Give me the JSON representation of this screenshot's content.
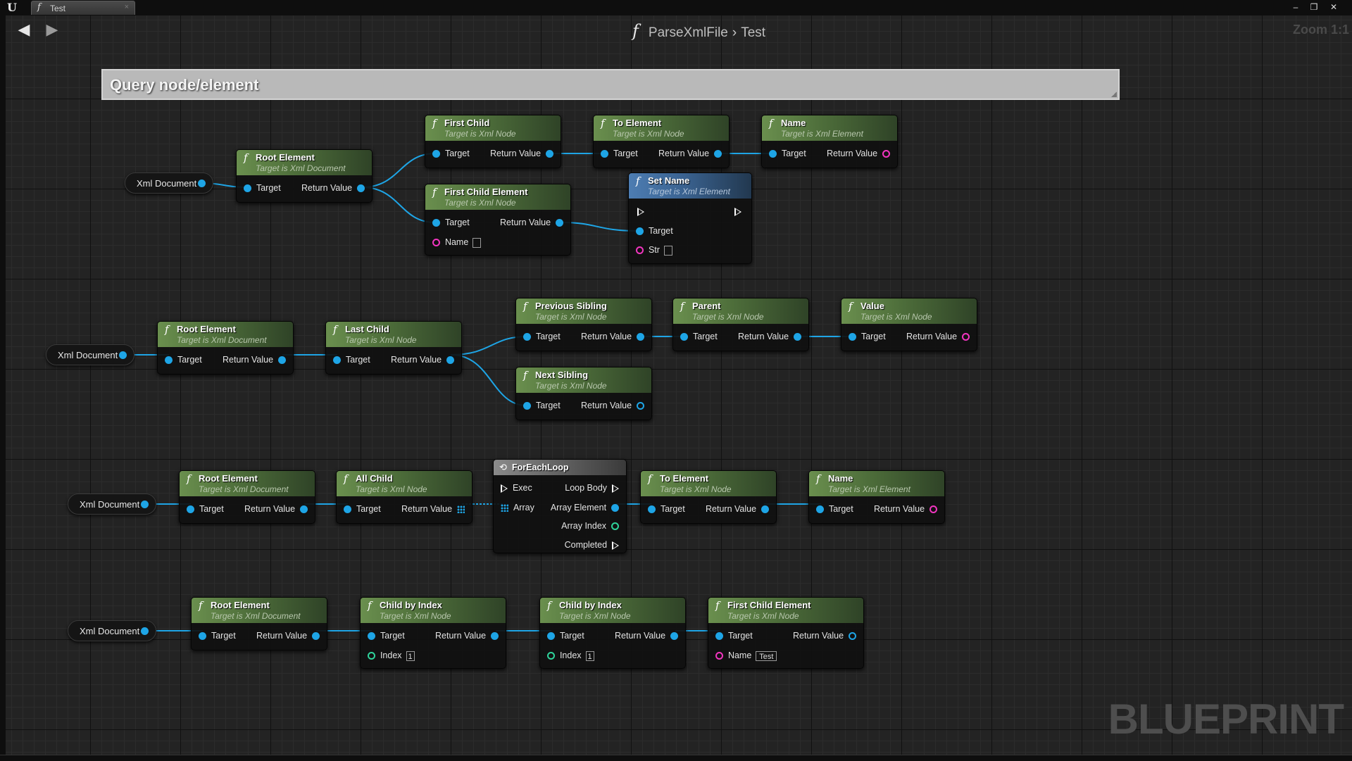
{
  "window": {
    "tab_label": "Test",
    "tab_close": "×",
    "logo": "U",
    "minimize": "–",
    "maximize": "❐",
    "close": "✕"
  },
  "breadcrumb": {
    "function_icon": "f",
    "function_name": "ParseXmlFile",
    "separator": "›",
    "graph_name": "Test",
    "zoom": "Zoom 1:1",
    "back": "◀",
    "forward": "▶"
  },
  "comment": {
    "text": "Query node/element"
  },
  "watermark": "BLUEPRINT",
  "colors": {
    "object_pin": "#1ea5e6",
    "string_pin": "#f235c0",
    "integer_pin": "#2fd49b",
    "pure_header": "#6a8f4e",
    "impure_header": "#4d7db2"
  },
  "labels": {
    "xml_document": "Xml Document",
    "target": "Target",
    "return_value": "Return Value",
    "name": "Name",
    "str": "Str",
    "index": "Index",
    "exec": "Exec",
    "array": "Array",
    "loop_body": "Loop Body",
    "array_element": "Array Element",
    "array_index": "Array Index",
    "completed": "Completed"
  },
  "graph1": {
    "root": {
      "title": "Root Element",
      "subtitle": "Target is Xml Document"
    },
    "first_child": {
      "title": "First Child",
      "subtitle": "Target is Xml Node"
    },
    "to_element": {
      "title": "To Element",
      "subtitle": "Target is Xml Node"
    },
    "name": {
      "title": "Name",
      "subtitle": "Target is Xml Element"
    },
    "first_child_element": {
      "title": "First Child Element",
      "subtitle": "Target is Xml Node"
    },
    "set_name": {
      "title": "Set Name",
      "subtitle": "Target is Xml Element"
    }
  },
  "graph2": {
    "root": {
      "title": "Root Element",
      "subtitle": "Target is Xml Document"
    },
    "last_child": {
      "title": "Last Child",
      "subtitle": "Target is Xml Node"
    },
    "previous_sibling": {
      "title": "Previous Sibling",
      "subtitle": "Target is Xml Node"
    },
    "parent": {
      "title": "Parent",
      "subtitle": "Target is Xml Node"
    },
    "value": {
      "title": "Value",
      "subtitle": "Target is Xml Node"
    },
    "next_sibling": {
      "title": "Next Sibling",
      "subtitle": "Target is Xml Node"
    }
  },
  "graph3": {
    "root": {
      "title": "Root Element",
      "subtitle": "Target is Xml Document"
    },
    "all_child": {
      "title": "All Child",
      "subtitle": "Target is Xml Node"
    },
    "foreach": {
      "title": "ForEachLoop"
    },
    "to_element": {
      "title": "To Element",
      "subtitle": "Target is Xml Node"
    },
    "name": {
      "title": "Name",
      "subtitle": "Target is Xml Element"
    }
  },
  "graph4": {
    "root": {
      "title": "Root Element",
      "subtitle": "Target is Xml Document"
    },
    "child_by_index_1": {
      "title": "Child by Index",
      "subtitle": "Target is Xml Node",
      "index": "1"
    },
    "child_by_index_2": {
      "title": "Child by Index",
      "subtitle": "Target is Xml Node",
      "index": "1"
    },
    "first_child_element": {
      "title": "First Child Element",
      "subtitle": "Target is Xml Node",
      "name": "Test"
    }
  }
}
